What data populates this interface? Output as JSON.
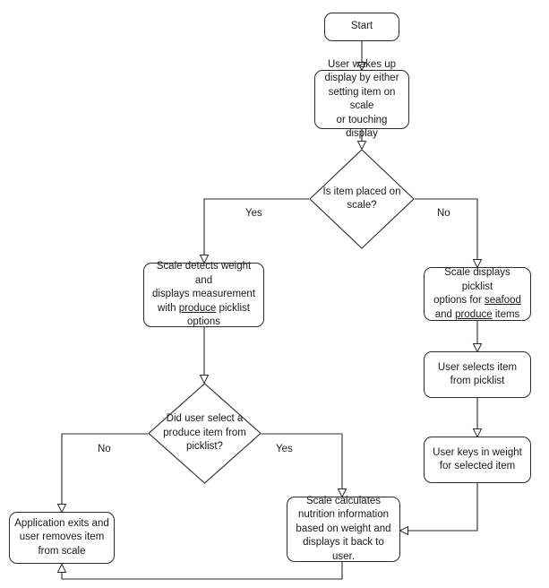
{
  "diagram": {
    "type": "flowchart",
    "title": "",
    "background_color": "#ffffff",
    "line_color": "#2b2b2b",
    "text_color": "#1a1a1a",
    "nodes": {
      "start": {
        "label": "Start",
        "shape": "rounded-rectangle"
      },
      "wake_display": {
        "label": "User wakes up display by either setting item on scale or touching display",
        "lines": [
          "User wakes up",
          "display by either",
          "setting item on scale",
          "or touching display"
        ],
        "shape": "rounded-rectangle"
      },
      "item_placed_decision": {
        "label": "Is item placed on scale?",
        "lines": [
          "Is item placed on",
          "scale?"
        ],
        "shape": "diamond"
      },
      "scale_detects": {
        "label": "Scale detects weight and displays measurement with produce picklist options",
        "lines": [
          "Scale detects weight and",
          "displays measurement",
          "with produce picklist",
          "options"
        ],
        "underlined": [
          "produce"
        ],
        "shape": "rounded-rectangle"
      },
      "scale_displays_picklist": {
        "label": "Scale displays picklist options for seafood and produce items",
        "lines": [
          "Scale displays picklist",
          "options for seafood",
          "and produce items"
        ],
        "underlined": [
          "seafood",
          "produce"
        ],
        "shape": "rounded-rectangle"
      },
      "user_selects_item": {
        "label": "User selects item from picklist",
        "lines": [
          "User selects item",
          "from picklist"
        ],
        "shape": "rounded-rectangle"
      },
      "user_keys_weight": {
        "label": "User keys in weight for selected item",
        "lines": [
          "User keys in weight",
          "for selected item"
        ],
        "shape": "rounded-rectangle"
      },
      "produce_item_decision": {
        "label": "Did user select a produce item from picklist?",
        "lines": [
          "Did user select a",
          "produce item from",
          "picklist?"
        ],
        "shape": "diamond"
      },
      "application_exits": {
        "label": "Application exits and user removes item from scale",
        "lines": [
          "Application exits and",
          "user removes item",
          "from scale"
        ],
        "shape": "rounded-rectangle"
      },
      "scale_calculates": {
        "label": "Scale calculates nutrition information based on weight and displays it back to user.",
        "lines": [
          "Scale calculates",
          "nutrition information",
          "based on weight and",
          "displays it back to user."
        ],
        "shape": "rounded-rectangle"
      }
    },
    "edge_labels": {
      "item_placed_yes": "Yes",
      "item_placed_no": "No",
      "produce_no": "No",
      "produce_yes": "Yes"
    }
  }
}
